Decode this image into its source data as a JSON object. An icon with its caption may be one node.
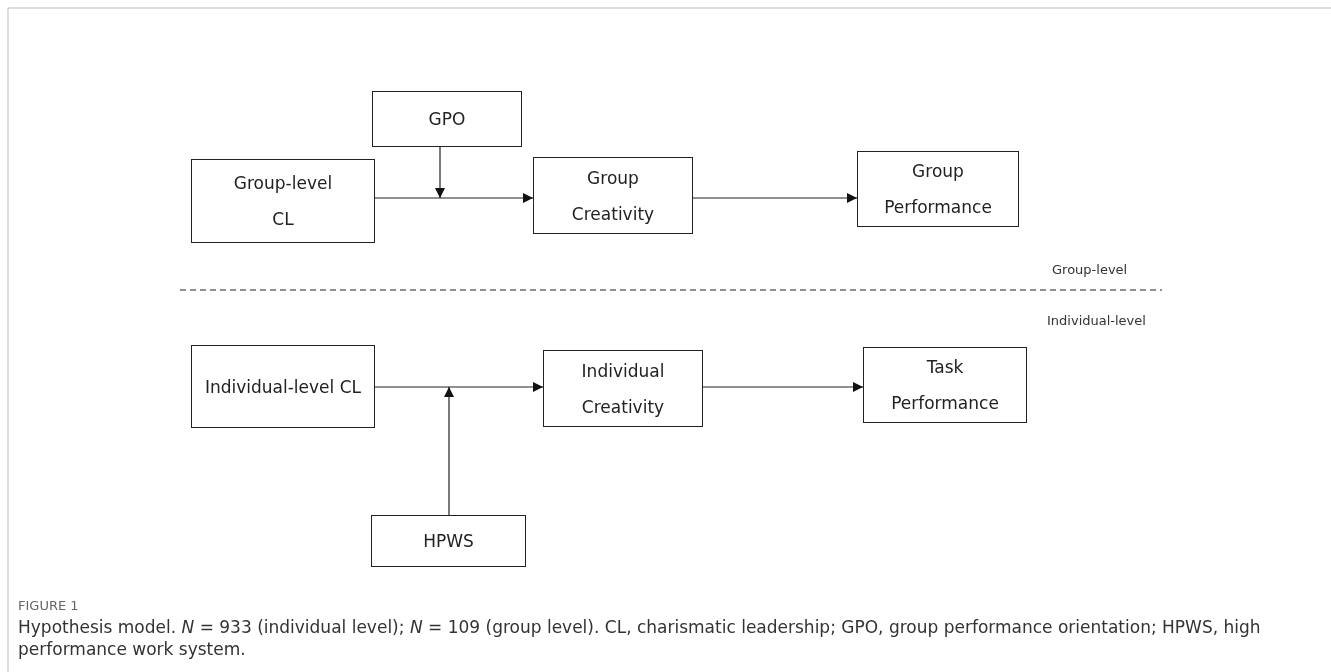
{
  "diagram": {
    "title": "FIGURE 1",
    "caption": "Hypothesis model. *N* = 933 (individual level); *N* = 109 (group level). CL, charismatic leadership; GPO, group performance orientation; HPWS, high performance work system.",
    "nodes": [
      {
        "text": [
          "GPO"
        ]
      },
      {
        "text": [
          "Group-level CL"
        ]
      },
      {
        "text": [
          "Group Creativity"
        ]
      },
      {
        "text": [
          "Group Performance"
        ]
      },
      {
        "text": [
          "Individual-level CL"
        ]
      },
      {
        "text": [
          "Individual Creativity"
        ]
      },
      {
        "text": [
          "Task Performance"
        ]
      },
      {
        "text": [
          "HPWS"
        ]
      }
    ],
    "edges": [
      {
        "from": 1,
        "to": 2,
        "arrow": "to"
      },
      {
        "from": 0,
        "to": null,
        "arrow": "to"
      },
      {
        "from": 2,
        "to": 3,
        "arrow": "to"
      },
      {
        "from": 4,
        "to": 5,
        "arrow": "to"
      },
      {
        "from": 7,
        "to": null,
        "arrow": "to"
      },
      {
        "from": 5,
        "to": 6,
        "arrow": "to"
      }
    ],
    "labels": [
      "Group-level",
      "Individual-level"
    ]
  }
}
